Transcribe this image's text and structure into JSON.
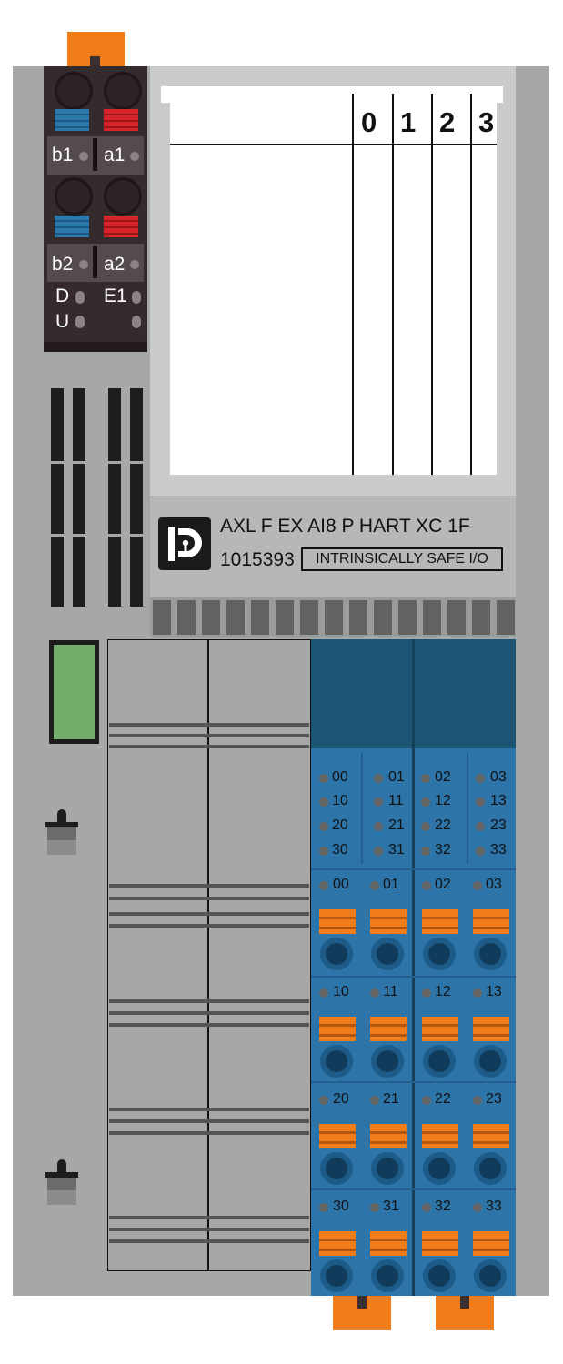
{
  "connector_labels": {
    "b1": "b1",
    "a1": "a1",
    "b2": "b2",
    "a2": "a2",
    "d": "D",
    "e1": "E1",
    "u": "U"
  },
  "label_area": {
    "columns": [
      "0",
      "1",
      "2",
      "3"
    ]
  },
  "brand_plate": {
    "model": "AXL F EX AI8 P HART XC 1F",
    "article_no": "1015393",
    "badge": "INTRINSICALLY SAFE I/O"
  },
  "status_grid": [
    [
      "00",
      "01",
      "02",
      "03"
    ],
    [
      "10",
      "11",
      "12",
      "13"
    ],
    [
      "20",
      "21",
      "22",
      "23"
    ],
    [
      "30",
      "31",
      "32",
      "33"
    ]
  ],
  "terminal_rows": [
    [
      "00",
      "01",
      "02",
      "03"
    ],
    [
      "10",
      "11",
      "12",
      "13"
    ],
    [
      "20",
      "21",
      "22",
      "23"
    ],
    [
      "30",
      "31",
      "32",
      "33"
    ]
  ],
  "colors": {
    "housing": "#a6a8a8",
    "connector_dark": "#352a2c",
    "io_blue": "#2d74a9",
    "io_blue_dark": "#1c5573",
    "orange": "#f07d1a",
    "status_green": "#74ae6d",
    "wire_blue": "#2b78aa",
    "wire_red": "#d7242a"
  }
}
